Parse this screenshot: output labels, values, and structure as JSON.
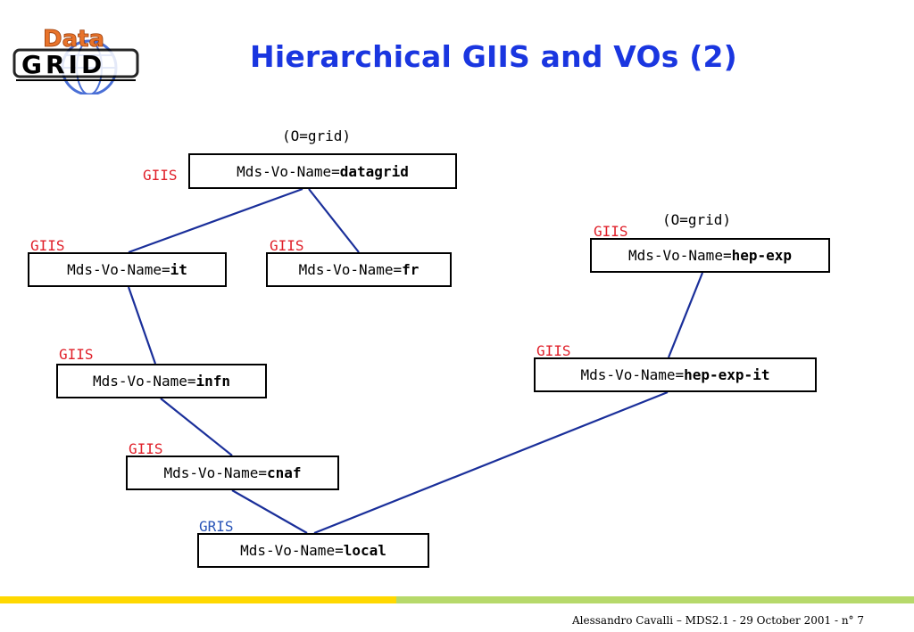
{
  "slide": {
    "title": "Hierarchical GIIS and VOs (2)",
    "footer": "Alessandro Cavalli – MDS2.1 - 29 October 2001 - n° 7"
  },
  "logo": {
    "word_top": "Data",
    "word_bottom": "GRID",
    "colors": {
      "data": "#e8732a",
      "grid": "#000000",
      "globe": "#4a6fd6"
    }
  },
  "orgs": {
    "left": "(O=grid)",
    "right": "(O=grid)"
  },
  "nodes": {
    "datagrid": {
      "prefix": "Mds-Vo-Name=",
      "name": "datagrid",
      "service": "GIIS"
    },
    "it": {
      "prefix": "Mds-Vo-Name=",
      "name": "it",
      "service": "GIIS"
    },
    "fr": {
      "prefix": "Mds-Vo-Name=",
      "name": "fr",
      "service": "GIIS"
    },
    "infn": {
      "prefix": "Mds-Vo-Name=",
      "name": "infn",
      "service": "GIIS"
    },
    "cnaf": {
      "prefix": "Mds-Vo-Name=",
      "name": "cnaf",
      "service": "GIIS"
    },
    "local": {
      "prefix": "Mds-Vo-Name=",
      "name": "local",
      "service": "GRIS"
    },
    "hep_exp": {
      "prefix": "Mds-Vo-Name=",
      "name": "hep-exp",
      "service": "GIIS"
    },
    "hep_exp_it": {
      "prefix": "Mds-Vo-Name=",
      "name": "hep-exp-it",
      "service": "GIIS"
    }
  },
  "edges": [
    [
      "datagrid",
      "it"
    ],
    [
      "datagrid",
      "fr"
    ],
    [
      "it",
      "infn"
    ],
    [
      "infn",
      "cnaf"
    ],
    [
      "cnaf",
      "local"
    ],
    [
      "hep_exp",
      "hep_exp_it"
    ],
    [
      "hep_exp_it",
      "local"
    ]
  ],
  "colors": {
    "title": "#1a36e0",
    "edge": "#1a2f9a",
    "giis_label": "#e0202a",
    "gris_label": "#2a55b8",
    "bar_yellow": "#ffd800",
    "bar_green": "#b6d96a"
  }
}
